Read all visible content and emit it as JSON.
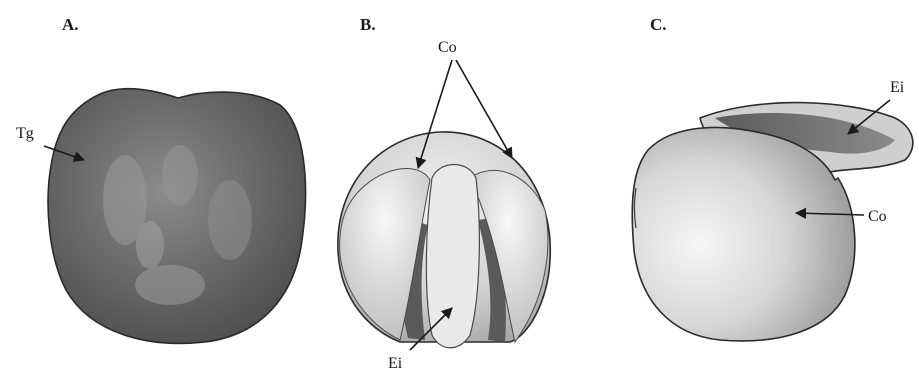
{
  "panels": [
    {
      "id": "A",
      "label": "A."
    },
    {
      "id": "B",
      "label": "B."
    },
    {
      "id": "C",
      "label": "C."
    }
  ],
  "annotations": {
    "A": [
      "Tg"
    ],
    "B": [
      "Co",
      "Ei"
    ],
    "C": [
      "Ei",
      "Co"
    ]
  },
  "colors": {
    "background": "#ffffff",
    "outline": "#2a2a2a",
    "testa": "#6a6a6a",
    "embryo_light": "#e4e4e4",
    "embryo_shadow": "#9a9a9a"
  }
}
